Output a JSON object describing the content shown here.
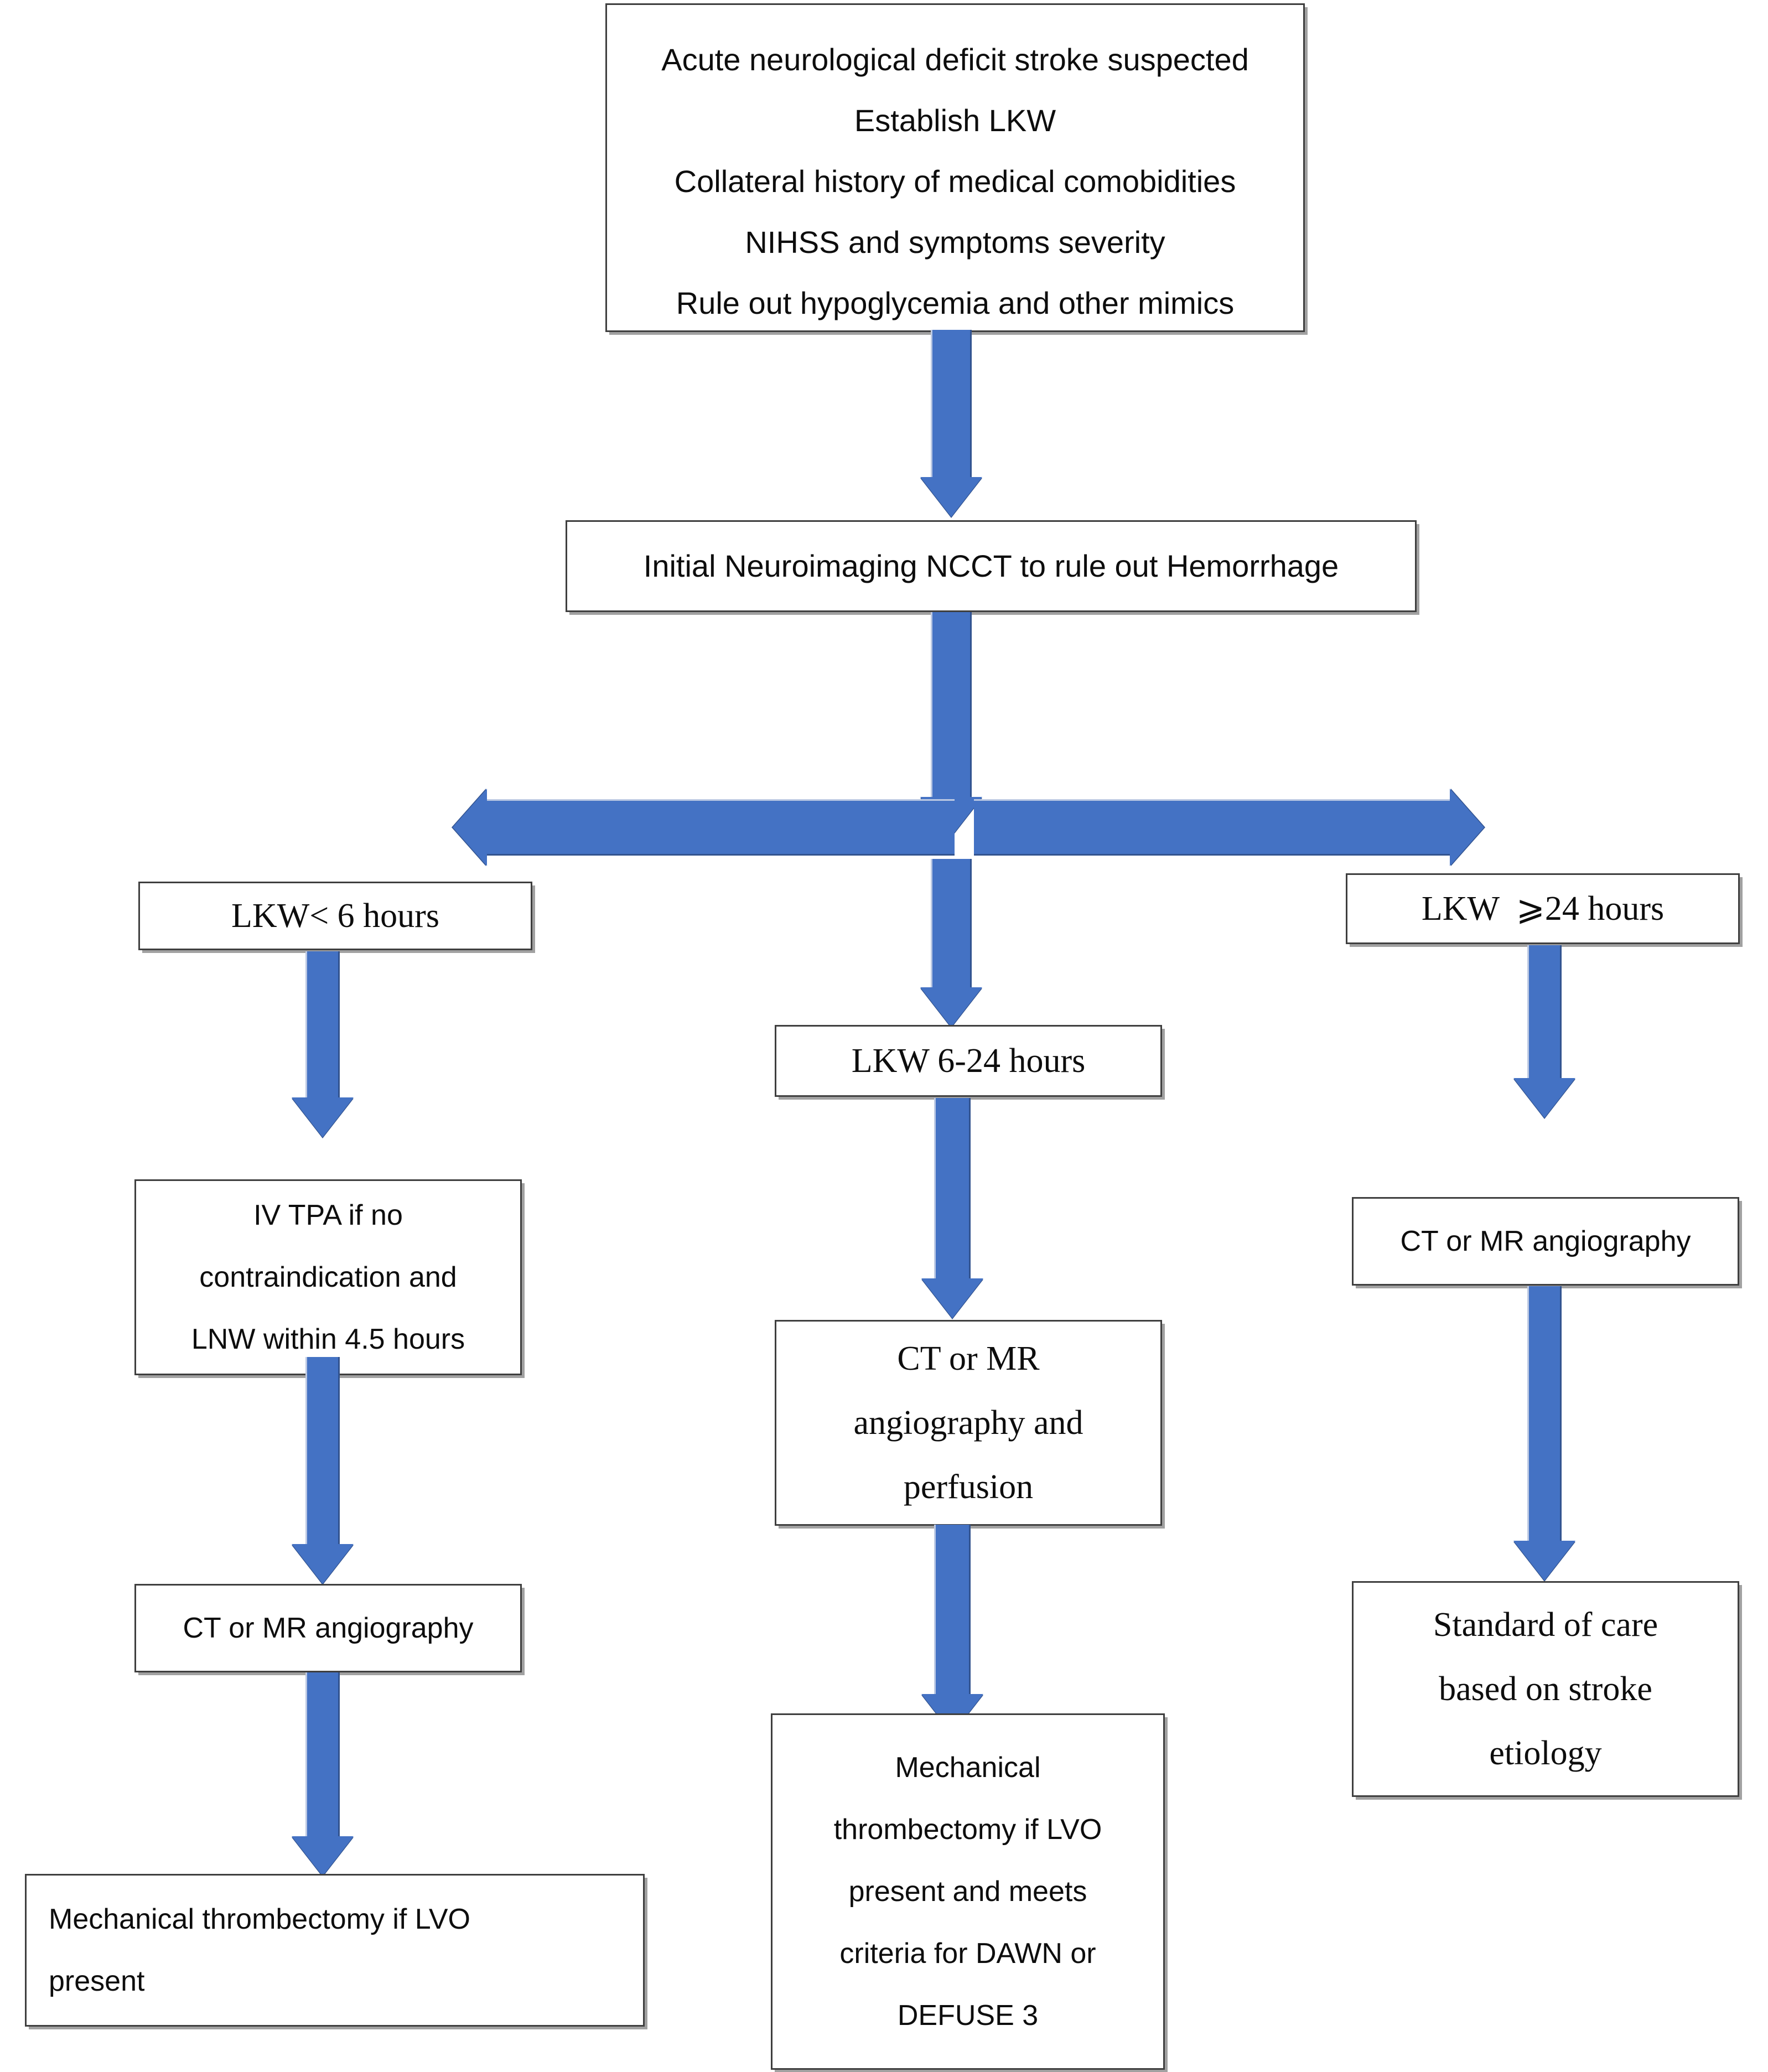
{
  "diagram": {
    "title": "Acute ischemic stroke triage flowchart",
    "accent_color": "#4472c4",
    "arrow_outline_color": "#32538f",
    "box_border_color": "#3f3f3f",
    "text_color": "#0d0d0d",
    "background": "#ffffff"
  },
  "nodes": {
    "initial_assessment": {
      "id": "initial-assessment",
      "lines": [
        "Acute neurological deficit stroke suspected",
        "Establish LKW",
        "Collateral history of medical comobidities",
        "NIHSS and symptoms severity",
        "Rule out hypoglycemia and other mimics"
      ]
    },
    "ncct": {
      "id": "initial-neuroimaging",
      "lines": [
        "Initial Neuroimaging NCCT to rule out Hemorrhage"
      ]
    },
    "lkw_lt6": {
      "id": "lkw-less-than-6-hours",
      "lines": [
        "LKW< 6 hours"
      ]
    },
    "lkw_6_24": {
      "id": "lkw-6-to-24-hours",
      "lines": [
        "LKW 6-24 hours"
      ]
    },
    "lkw_ge24": {
      "id": "lkw-greater-equal-24-hours",
      "lines": [
        "LKW  ⩾24 hours"
      ]
    },
    "iv_tpa": {
      "id": "iv-tpa",
      "lines": [
        "IV TPA if no",
        "contraindication and",
        "LNW within 4.5 hours"
      ]
    },
    "angio_left": {
      "id": "ct-or-mr-angiography-left",
      "lines": [
        "CT or MR angiography"
      ]
    },
    "thrombectomy_left": {
      "id": "mechanical-thrombectomy-left",
      "lines": [
        "Mechanical thrombectomy if LVO",
        "present"
      ]
    },
    "angio_perfusion": {
      "id": "ct-or-mr-angiography-and-perfusion",
      "lines": [
        "CT or MR",
        "angiography and",
        "perfusion"
      ]
    },
    "thrombectomy_middle": {
      "id": "mechanical-thrombectomy-middle",
      "lines": [
        "Mechanical",
        "thrombectomy if LVO",
        "present and meets",
        "criteria for DAWN or",
        "DEFUSE 3"
      ]
    },
    "angio_right": {
      "id": "ct-or-mr-angiography-right",
      "lines": [
        "CT or MR angiography"
      ]
    },
    "standard_of_care": {
      "id": "standard-of-care",
      "lines": [
        "Standard of care",
        "based on stroke",
        "etiology"
      ]
    }
  },
  "edges": [
    {
      "id": "edge-assessment-to-ncct",
      "from": "initial_assessment",
      "to": "ncct",
      "direction": "down"
    },
    {
      "id": "edge-ncct-to-split",
      "from": "ncct",
      "to": "split-junction",
      "direction": "down"
    },
    {
      "id": "edge-split-left",
      "from": "split-junction",
      "to": "lkw_lt6",
      "direction": "left"
    },
    {
      "id": "edge-split-right",
      "from": "split-junction",
      "to": "lkw_ge24",
      "direction": "right"
    },
    {
      "id": "edge-split-middle",
      "from": "split-junction",
      "to": "lkw_6_24",
      "direction": "down"
    },
    {
      "id": "edge-lkw6-to-ivtpa",
      "from": "lkw_lt6",
      "to": "iv_tpa",
      "direction": "down"
    },
    {
      "id": "edge-ivtpa-to-angio",
      "from": "iv_tpa",
      "to": "angio_left",
      "direction": "down"
    },
    {
      "id": "edge-angio-to-thrombectomy",
      "from": "angio_left",
      "to": "thrombectomy_left",
      "direction": "down"
    },
    {
      "id": "edge-lkw624-to-angioperf",
      "from": "lkw_6_24",
      "to": "angio_perfusion",
      "direction": "down"
    },
    {
      "id": "edge-angioperf-to-thrombectomy",
      "from": "angio_perfusion",
      "to": "thrombectomy_middle",
      "direction": "down"
    },
    {
      "id": "edge-lkw24-to-angio",
      "from": "lkw_ge24",
      "to": "angio_right",
      "direction": "down"
    },
    {
      "id": "edge-angio-to-standardcare",
      "from": "angio_right",
      "to": "standard_of_care",
      "direction": "down"
    }
  ]
}
